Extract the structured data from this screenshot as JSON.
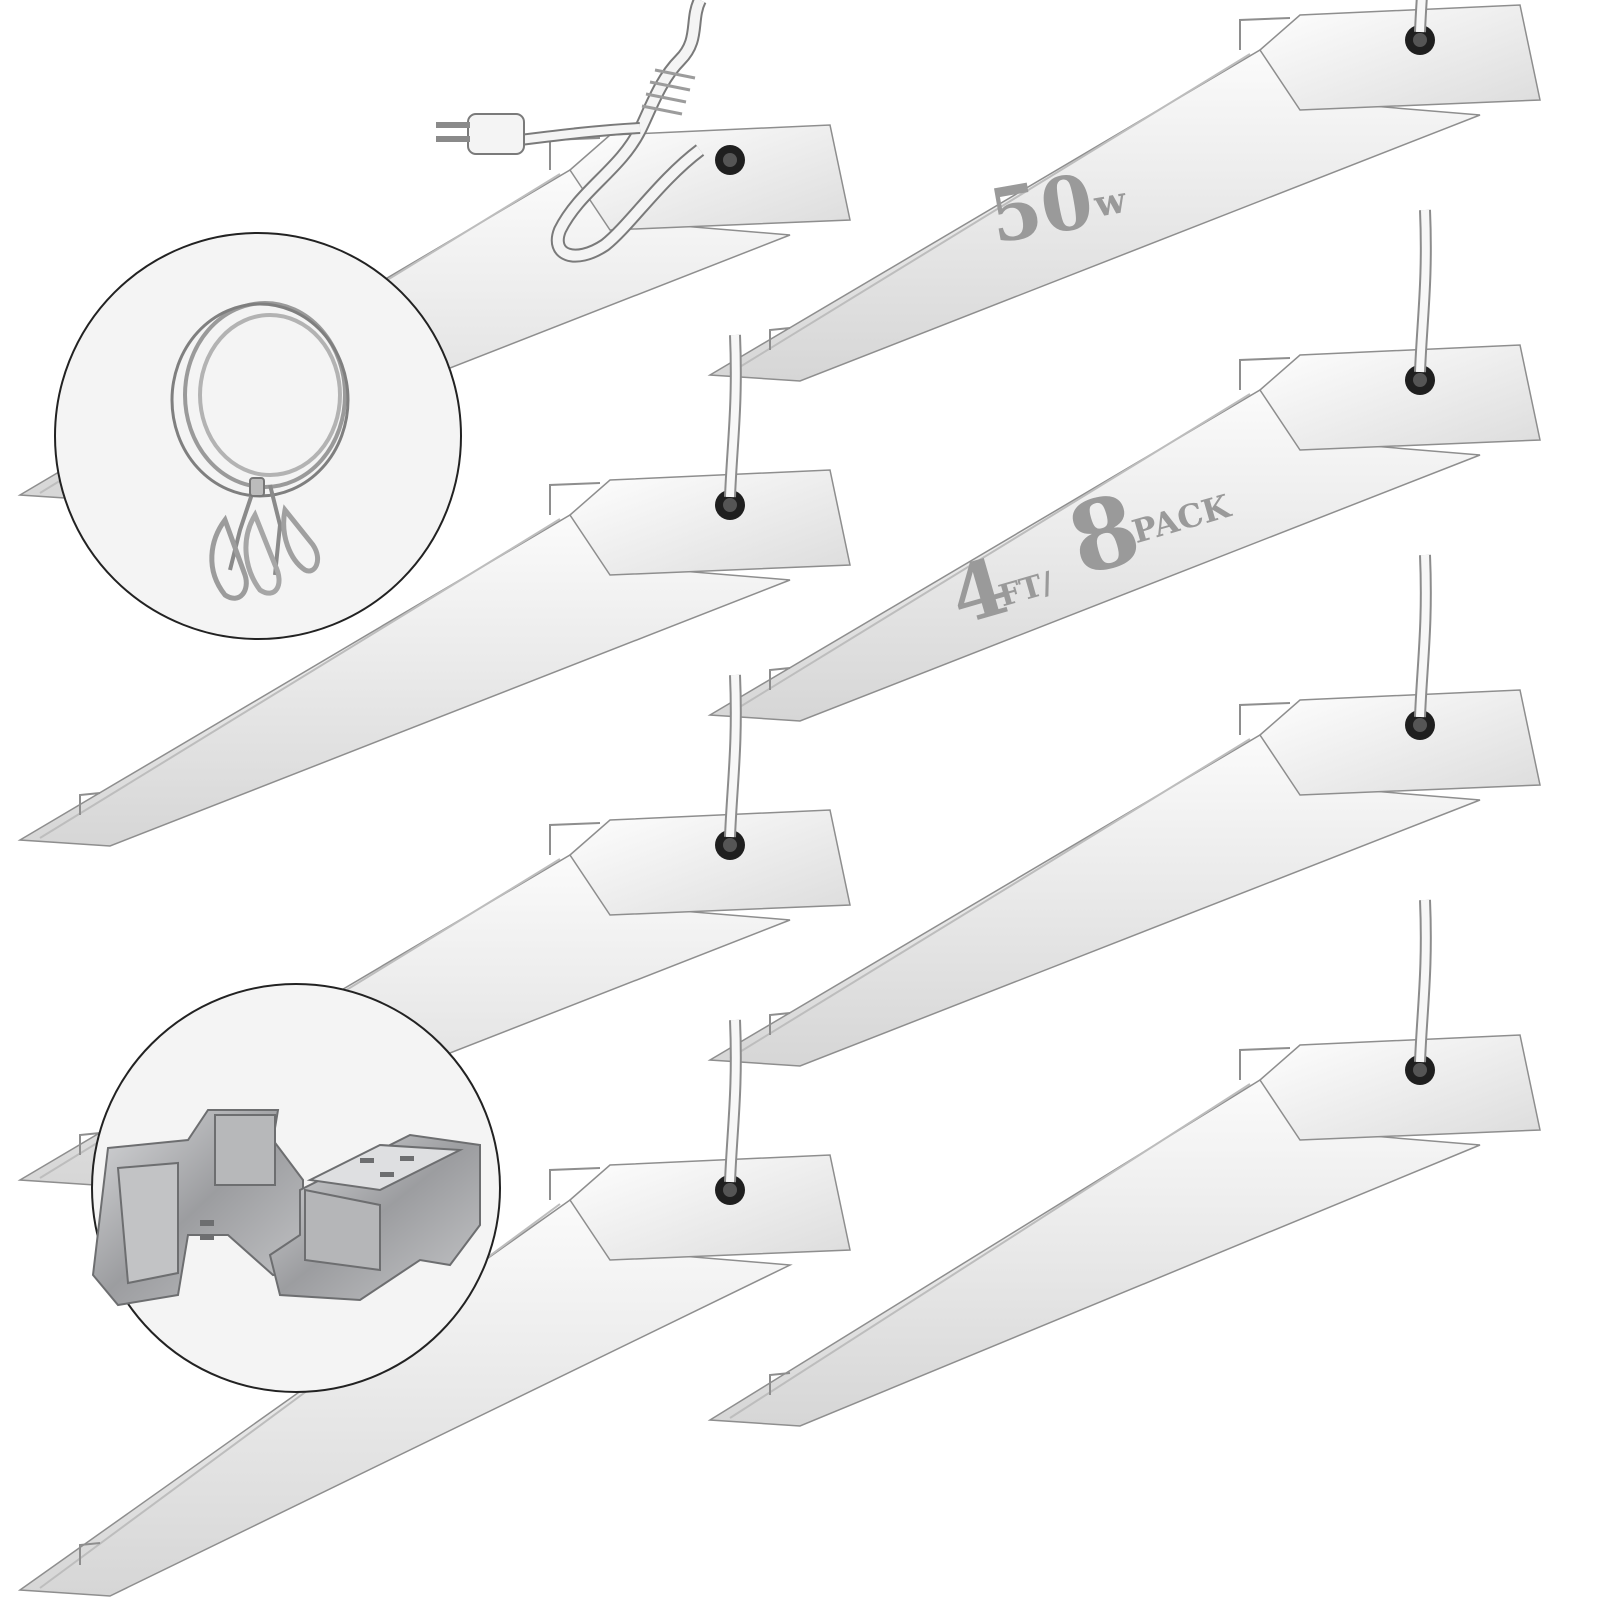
{
  "product": {
    "wattage_number": "50",
    "wattage_unit": "w",
    "length_number": "4",
    "length_unit": "FT/",
    "pack_number": "8",
    "pack_label": "PACK"
  },
  "colors": {
    "fixture_face": "#f2f2f2",
    "fixture_shadow": "#c9c9c9",
    "fixture_outline": "#8e8e8e",
    "grommet": "#1f1f1f",
    "cable": "#f7f7f7",
    "inset_border": "#222222",
    "stencil_text": "#9a9a9a",
    "metal_clip": "#a9aaac"
  },
  "icons": {
    "fixture": "led-shop-light-icon",
    "hanging_wire": "steel-hanging-cable-icon",
    "mounting_clips": "mounting-bracket-clip-icon",
    "plug": "two-prong-plug-icon"
  },
  "fixture_count": 8
}
